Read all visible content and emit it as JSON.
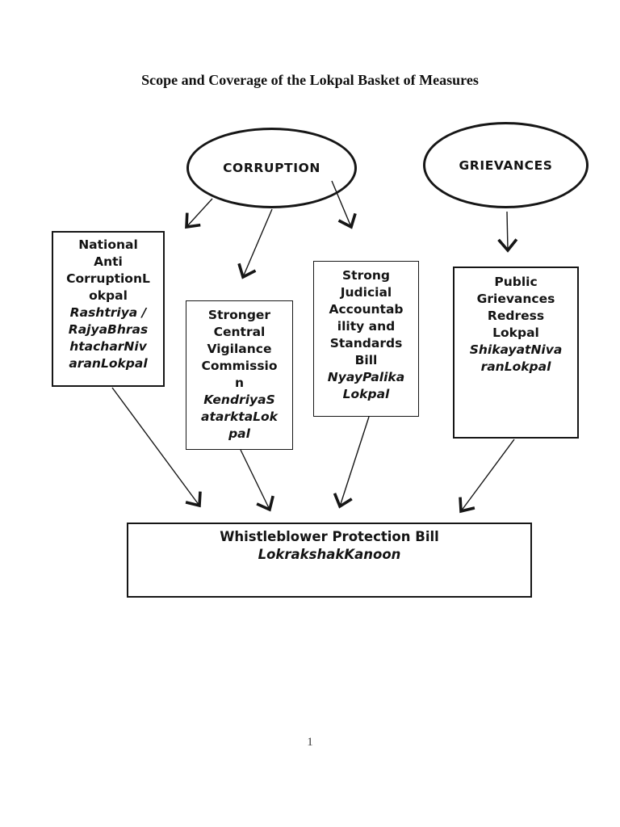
{
  "page": {
    "title": "Scope and Coverage of the Lokpal Basket of Measures",
    "page_number": "1"
  },
  "diagram": {
    "colors": {
      "ink": "#161616",
      "background": "#ffffff"
    },
    "nodes": {
      "corruption": {
        "label": "CORRUPTION"
      },
      "grievances": {
        "label": "GRIEVANCES"
      },
      "national_lokpal": {
        "name": "National\nAnti\nCorruptionL\nokpal",
        "hindi": "Rashtriya /\nRajyaBhras\nhtacharNiv\naranLokpal"
      },
      "cvc": {
        "name": "Stronger\nCentral\nVigilance\nCommissio\nn",
        "hindi": "KendriyaS\natarktaLok\npal"
      },
      "judicial": {
        "name": "Strong\nJudicial\nAccountab\nility and\nStandards\nBill",
        "hindi": "NyayPalika\nLokpal"
      },
      "public_grievances": {
        "name": "Public\nGrievances\nRedress\nLokpal",
        "hindi": "ShikayatNiva\nranLokpal"
      },
      "whistleblower": {
        "name": "Whistleblower Protection Bill",
        "hindi": "LokrakshakKanoon"
      }
    },
    "edges": [
      {
        "from": "corruption",
        "to": "national_lokpal"
      },
      {
        "from": "corruption",
        "to": "cvc"
      },
      {
        "from": "corruption",
        "to": "judicial"
      },
      {
        "from": "grievances",
        "to": "public_grievances"
      },
      {
        "from": "national_lokpal",
        "to": "whistleblower"
      },
      {
        "from": "cvc",
        "to": "whistleblower"
      },
      {
        "from": "judicial",
        "to": "whistleblower"
      },
      {
        "from": "public_grievances",
        "to": "whistleblower"
      }
    ]
  }
}
